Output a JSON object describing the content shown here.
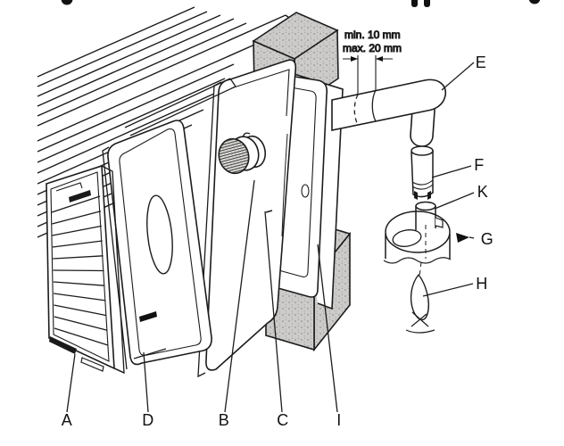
{
  "figure": {
    "kind": "exploded installation diagram of a flush-mounted door loudspeaker unit",
    "colors": {
      "ink": "#1c1c1c",
      "paper": "#ffffff",
      "wall_fill": "#cccbca"
    }
  },
  "dimension_note": {
    "line1": "min. 10 mm",
    "line2": "max. 20 mm"
  },
  "part_labels": {
    "A": "A",
    "B": "B",
    "C": "C",
    "D": "D",
    "E": "E",
    "F": "F",
    "G": "G",
    "H": "H",
    "I": "I",
    "K": "K"
  }
}
